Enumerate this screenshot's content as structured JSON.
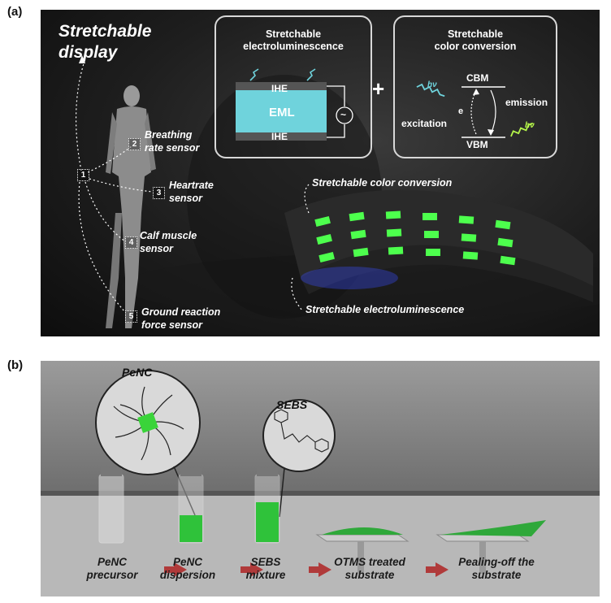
{
  "panel_a": {
    "label": "(a)",
    "title_line1": "Stretchable",
    "title_line2": "display",
    "box_el": {
      "title_line1": "Stretchable",
      "title_line2": "electroluminescence",
      "ihe_top": "IHE",
      "eml": "EML",
      "ihe_bottom": "IHE",
      "ac_symbol": "~"
    },
    "plus": "+",
    "box_cc": {
      "title_line1": "Stretchable",
      "title_line2": "color conversion",
      "cbm": "CBM",
      "vbm": "VBM",
      "hv_in": "hν",
      "hv_out": "hν",
      "e": "e",
      "excitation": "excitation",
      "emission": "emission"
    },
    "sensors": [
      {
        "num": "1",
        "line1": "",
        "line2": ""
      },
      {
        "num": "2",
        "line1": "Breathing",
        "line2": "rate sensor"
      },
      {
        "num": "3",
        "line1": "Heartrate",
        "line2": "sensor"
      },
      {
        "num": "4",
        "line1": "Calf muscle",
        "line2": "sensor"
      },
      {
        "num": "5",
        "line1": "Ground  reaction",
        "line2": "force sensor"
      }
    ],
    "label_cc": "Stretchable color conversion",
    "label_el": "Stretchable electroluminescence",
    "colors": {
      "eml_fill": "#6fd3dc",
      "green": "#4dff4d",
      "blue": "#3a4cff"
    }
  },
  "panel_b": {
    "label": "(b)",
    "penc_label": "PeNC",
    "sebs_label": "SEBS",
    "steps": [
      {
        "line1": "PeNC",
        "line2": "precursor"
      },
      {
        "line1": "PeNC",
        "line2": "dispersion"
      },
      {
        "line1": "SEBS",
        "line2": "mixture"
      },
      {
        "line1": "OTMS treated",
        "line2": "substrate"
      },
      {
        "line1": "Pealing-off the",
        "line2": "substrate"
      }
    ],
    "colors": {
      "arrow": "#b03a3a",
      "film": "#2fa83a"
    }
  }
}
